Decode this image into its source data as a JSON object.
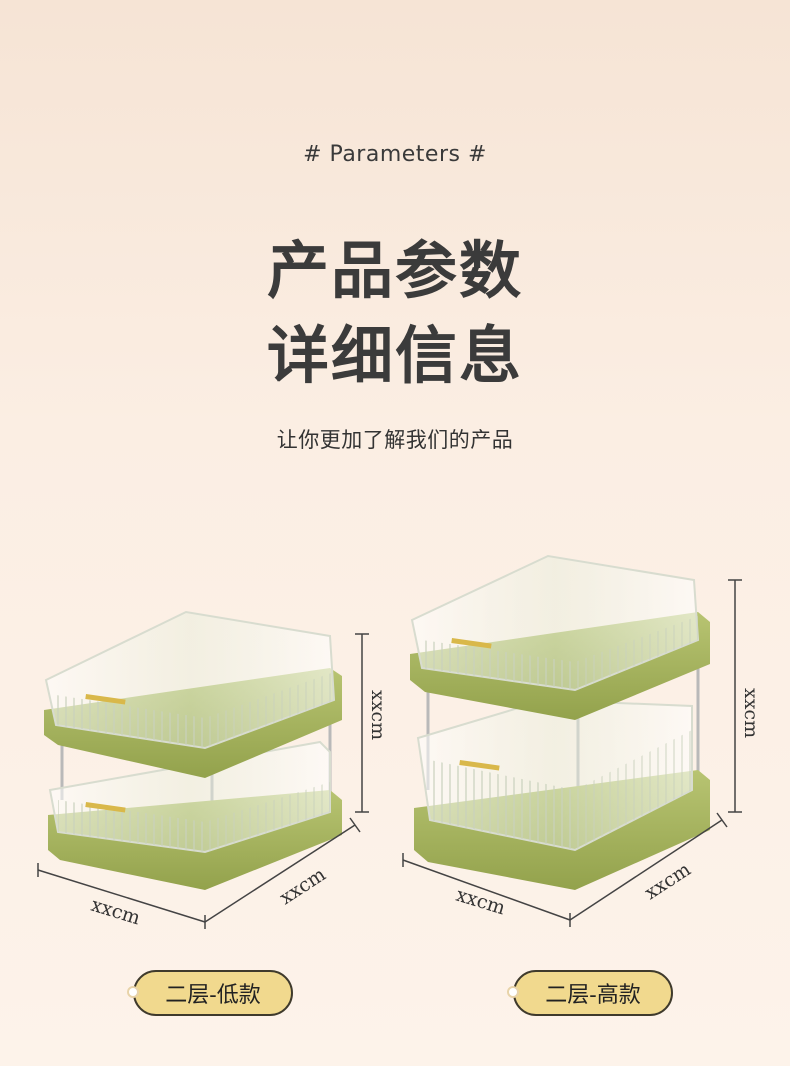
{
  "header": {
    "section_label": "#  Parameters #",
    "title_line1": "产品参数",
    "title_line2": "详细信息",
    "subtitle": "让你更加了解我们的产品"
  },
  "products": [
    {
      "tag": "二层-低款",
      "dim_height": "xxcm",
      "dim_width": "xxcm",
      "dim_depth": "xxcm"
    },
    {
      "tag": "二层-高款",
      "dim_height": "xxcm",
      "dim_width": "xxcm",
      "dim_depth": "xxcm"
    }
  ],
  "colors": {
    "background": "#fbeee3",
    "tray_green": "#a4b25c",
    "tag_fill": "#f1d98e",
    "tag_border": "#3f3a2c"
  }
}
